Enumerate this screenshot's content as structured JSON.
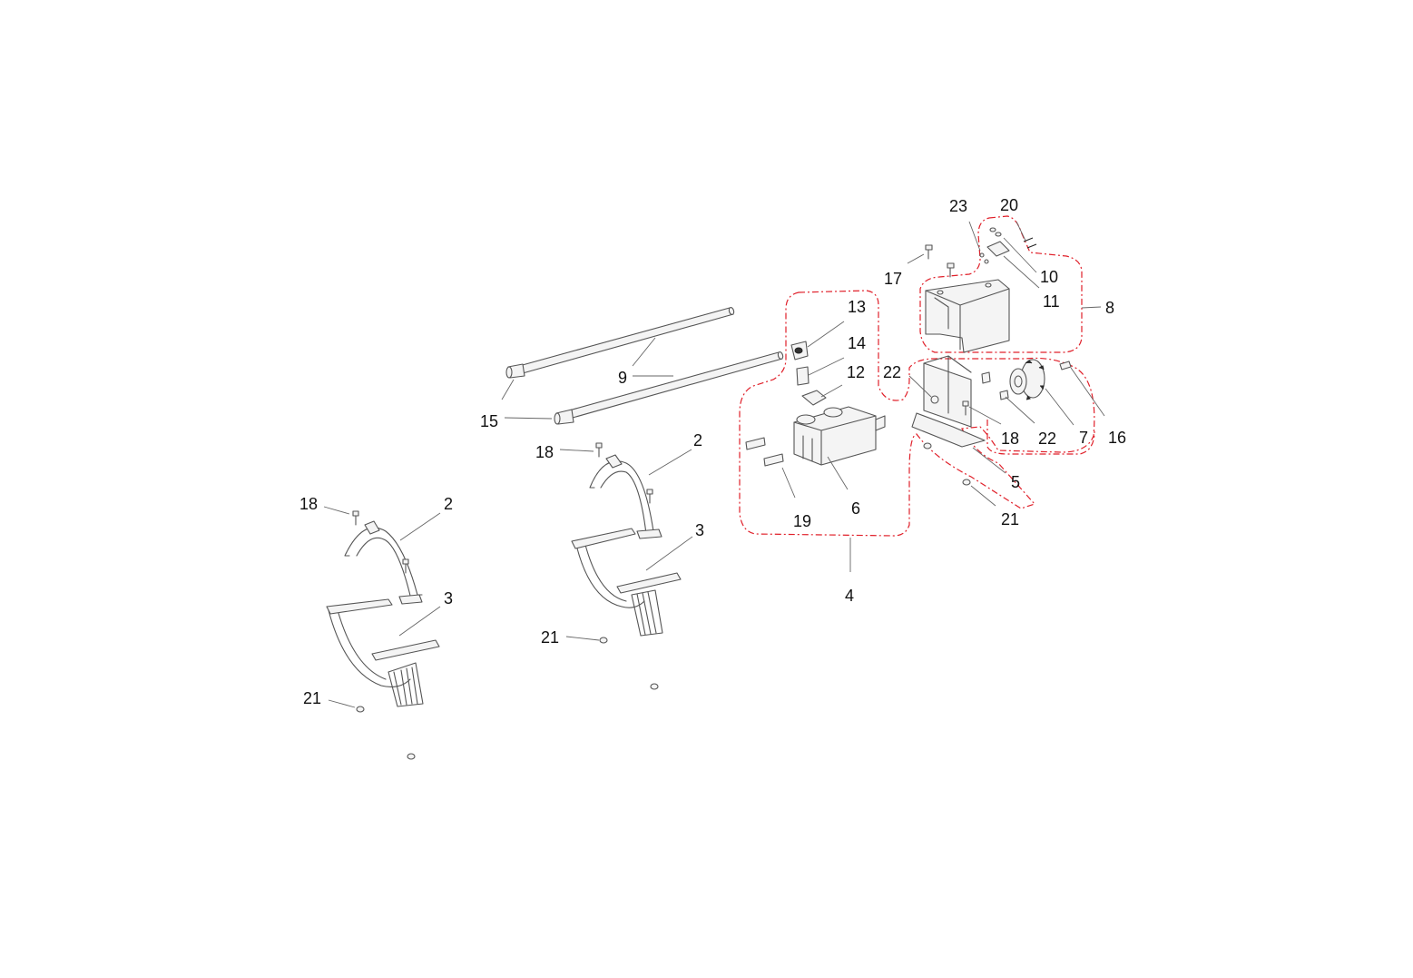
{
  "diagram": {
    "callouts": [
      {
        "id": "c1",
        "text": "23"
      },
      {
        "id": "c2",
        "text": "20"
      },
      {
        "id": "c3",
        "text": "17"
      },
      {
        "id": "c4",
        "text": "10"
      },
      {
        "id": "c5",
        "text": "11"
      },
      {
        "id": "c6",
        "text": "8"
      },
      {
        "id": "c7",
        "text": "13"
      },
      {
        "id": "c8",
        "text": "14"
      },
      {
        "id": "c9",
        "text": "12"
      },
      {
        "id": "c10",
        "text": "22"
      },
      {
        "id": "c11",
        "text": "9"
      },
      {
        "id": "c12",
        "text": "15"
      },
      {
        "id": "c13",
        "text": "18"
      },
      {
        "id": "c14",
        "text": "2"
      },
      {
        "id": "c15",
        "text": "18"
      },
      {
        "id": "c16",
        "text": "22"
      },
      {
        "id": "c17",
        "text": "7"
      },
      {
        "id": "c18",
        "text": "16"
      },
      {
        "id": "c19",
        "text": "5"
      },
      {
        "id": "c20",
        "text": "19"
      },
      {
        "id": "c21",
        "text": "6"
      },
      {
        "id": "c22",
        "text": "21"
      },
      {
        "id": "c23",
        "text": "4"
      },
      {
        "id": "c24",
        "text": "18"
      },
      {
        "id": "c25",
        "text": "2"
      },
      {
        "id": "c26",
        "text": "3"
      },
      {
        "id": "c27",
        "text": "3"
      },
      {
        "id": "c28",
        "text": "21"
      },
      {
        "id": "c29",
        "text": "21"
      }
    ],
    "colors": {
      "group_outline": "#e0202a",
      "line_art": "#555555",
      "text": "#111111"
    }
  }
}
